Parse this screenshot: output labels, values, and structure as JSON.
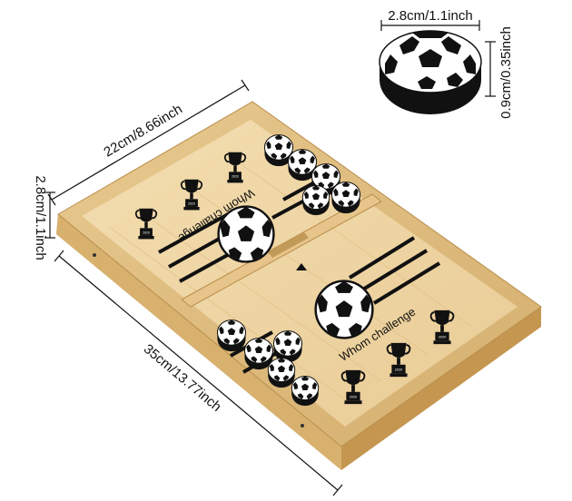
{
  "dimensions": {
    "puck_diameter": "2.8cm/1.1inch",
    "puck_height": "0.9cm/0.35inch",
    "board_height": "2.8cm/1.1inch",
    "board_width": "22cm/8.66inch",
    "board_length": "35cm/13.77inch"
  },
  "board": {
    "slogan_top": "Whom challenge",
    "slogan_bottom": "Whom challenge"
  },
  "colors": {
    "wood_light": "#f2dcae",
    "wood_mid": "#e4c58e",
    "wood_dark": "#c9a465",
    "ink": "#111111",
    "puck_white": "#ffffff"
  },
  "icons": {
    "puck": "soccer-ball-puck-icon",
    "trophy": "trophy-icon"
  }
}
